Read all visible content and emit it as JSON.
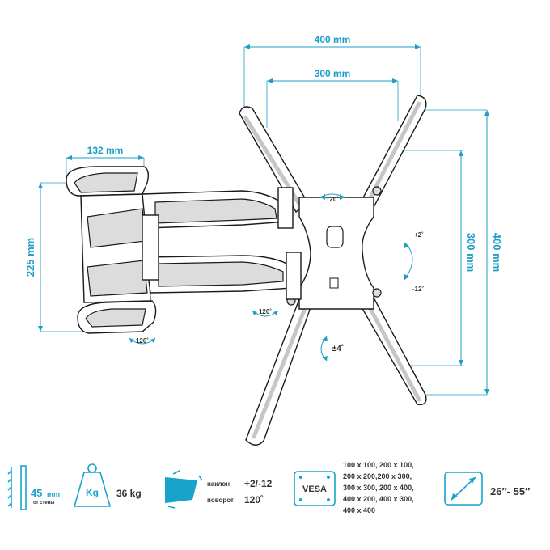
{
  "dimensions": {
    "width_outer": "400 mm",
    "width_inner": "300 mm",
    "height_outer": "400 mm",
    "height_inner": "300 mm",
    "arm_width": "132 mm",
    "wall_plate_height": "225 mm"
  },
  "rotations": {
    "swivel_top": "120˚",
    "swivel_mid": "120˚",
    "swivel_bottom": "120˚",
    "tilt_up": "+2˚",
    "tilt_down": "-12˚",
    "level": "±4˚"
  },
  "specs": {
    "wall_distance_value": "45",
    "wall_distance_unit": "mm",
    "wall_distance_caption": "от стены",
    "load_icon_label": "Kg",
    "load_value": "36 kg",
    "tilt_label": "наклон",
    "tilt_value": "+2/-12",
    "swivel_label": "поворот",
    "swivel_value": "120˚",
    "vesa_badge": "VESA",
    "vesa_lines": [
      "100 x 100, 200 x 100,",
      "200 x 200,200 x 300,",
      "300 x 300, 200 x 400,",
      "400 x 200, 400 x 300,",
      "400 x 400"
    ],
    "screen_size": "26″- 55″"
  },
  "colors": {
    "accent": "#1f9fc7",
    "outline": "#1a1a1a"
  }
}
